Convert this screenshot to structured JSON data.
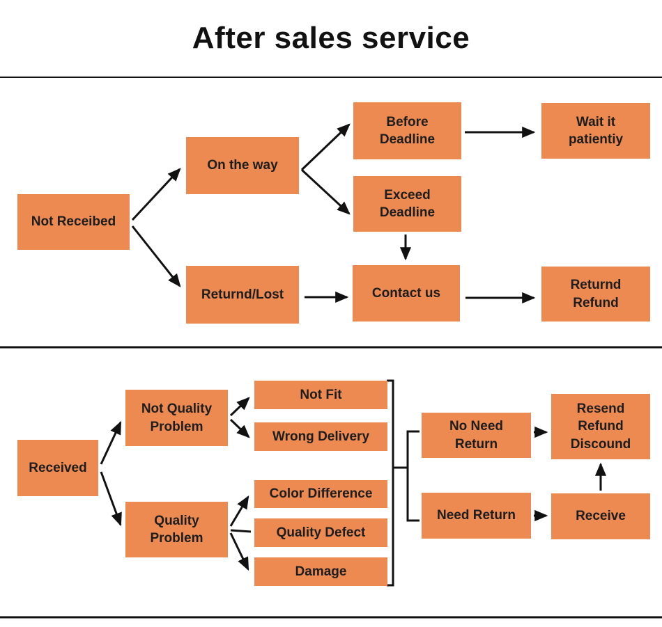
{
  "title": "After sales service",
  "colors": {
    "node_fill": "#ED8A52",
    "node_text": "#1d1d1d",
    "line": "#111111",
    "background": "#ffffff"
  },
  "nodes": {
    "not_received": {
      "label": "Not Receibed"
    },
    "on_the_way": {
      "label": "On the way"
    },
    "before_deadline": {
      "label": "Before\nDeadline"
    },
    "exceed_deadline": {
      "label": "Exceed\nDeadline"
    },
    "wait_it_patiently": {
      "label": "Wait it\npatientiy"
    },
    "returnd_lost": {
      "label": "Returnd/Lost"
    },
    "contact_us": {
      "label": "Contact us"
    },
    "returnd_refund": {
      "label": "Returnd\nRefund"
    },
    "received": {
      "label": "Received"
    },
    "not_quality_problem": {
      "label": "Not Quality\nProblem"
    },
    "quality_problem": {
      "label": "Quality\nProblem"
    },
    "not_fit": {
      "label": "Not Fit"
    },
    "wrong_delivery": {
      "label": "Wrong Delivery"
    },
    "color_difference": {
      "label": "Color Difference"
    },
    "quality_defect": {
      "label": "Quality Defect"
    },
    "damage": {
      "label": "Damage"
    },
    "no_need_return": {
      "label": "No Need\nReturn"
    },
    "need_return": {
      "label": "Need Return"
    },
    "resend_refund_discound": {
      "label": "Resend\nRefund\nDiscound"
    },
    "receive": {
      "label": "Receive"
    }
  },
  "edges": [
    {
      "from": "not_received",
      "to": "on_the_way",
      "style": "arrow"
    },
    {
      "from": "not_received",
      "to": "returnd_lost",
      "style": "arrow"
    },
    {
      "from": "on_the_way",
      "to": "before_deadline",
      "style": "arrow"
    },
    {
      "from": "on_the_way",
      "to": "exceed_deadline",
      "style": "arrow"
    },
    {
      "from": "before_deadline",
      "to": "wait_it_patiently",
      "style": "arrow"
    },
    {
      "from": "exceed_deadline",
      "to": "contact_us",
      "style": "arrow"
    },
    {
      "from": "returnd_lost",
      "to": "contact_us",
      "style": "arrow"
    },
    {
      "from": "contact_us",
      "to": "returnd_refund",
      "style": "arrow"
    },
    {
      "from": "received",
      "to": "not_quality_problem",
      "style": "arrow"
    },
    {
      "from": "received",
      "to": "quality_problem",
      "style": "arrow"
    },
    {
      "from": "not_quality_problem",
      "to": "not_fit",
      "style": "arrow"
    },
    {
      "from": "not_quality_problem",
      "to": "wrong_delivery",
      "style": "arrow"
    },
    {
      "from": "quality_problem",
      "to": "color_difference",
      "style": "arrow"
    },
    {
      "from": "quality_problem",
      "to": "quality_defect",
      "style": "line"
    },
    {
      "from": "quality_problem",
      "to": "damage",
      "style": "arrow"
    },
    {
      "from": "middle-bracket",
      "to": "no_need_return",
      "style": "bracket"
    },
    {
      "from": "middle-bracket",
      "to": "need_return",
      "style": "bracket"
    },
    {
      "from": "no_need_return",
      "to": "resend_refund_discound",
      "style": "arrow"
    },
    {
      "from": "need_return",
      "to": "receive",
      "style": "arrow"
    },
    {
      "from": "receive",
      "to": "resend_refund_discound",
      "style": "arrow"
    }
  ]
}
